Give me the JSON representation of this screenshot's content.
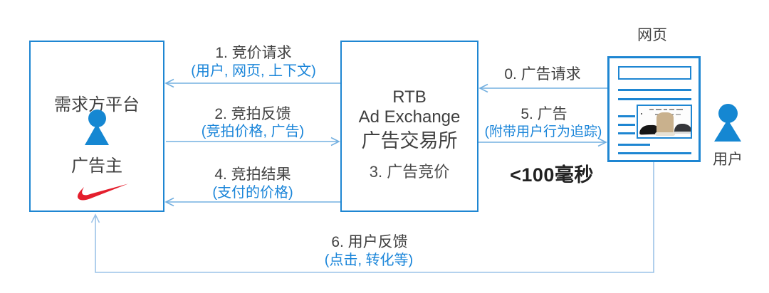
{
  "colors": {
    "box_border": "#1e86d2",
    "arrow": "#74b0e0",
    "loop_arrow": "#9cc3e8",
    "blue_text": "#1a85d9",
    "dark_text": "#404040",
    "step_text": "#4a4a4a",
    "icon_blue": "#1587d2",
    "nike_red": "#e41f2d",
    "latency_text": "#222222"
  },
  "nodes": {
    "dsp": {
      "title": "需求方平台",
      "role": "广告主"
    },
    "exchange": {
      "line1": "RTB",
      "line2": "Ad Exchange",
      "line3": "广告交易所",
      "step": "3. 广告竞价"
    },
    "webpage": {
      "label": "网页"
    },
    "user": {
      "label": "用户"
    }
  },
  "flows": {
    "f1": {
      "label": "1. 竞价请求",
      "detail": "(用户, 网页, 上下文)",
      "from": "exchange",
      "to": "dsp"
    },
    "f2": {
      "label": "2. 竞拍反馈",
      "detail": "(竞拍价格, 广告)",
      "from": "dsp",
      "to": "exchange"
    },
    "f4": {
      "label": "4. 竞拍结果",
      "detail": "(支付的价格)",
      "from": "exchange",
      "to": "dsp"
    },
    "f0": {
      "label": "0. 广告请求",
      "from": "webpage",
      "to": "exchange"
    },
    "f5": {
      "label": "5. 广告",
      "detail": "(附带用户行为追踪)",
      "from": "exchange",
      "to": "webpage"
    },
    "f6": {
      "label": "6. 用户反馈",
      "detail": "(点击, 转化等)",
      "from": "webpage",
      "to": "dsp"
    }
  },
  "latency": "<100毫秒",
  "icons": {
    "advertiser": "person-icon",
    "user": "person-icon",
    "dsp_logo": "nike-swoosh-icon",
    "ad_creative": "sneakers-ad-image"
  }
}
